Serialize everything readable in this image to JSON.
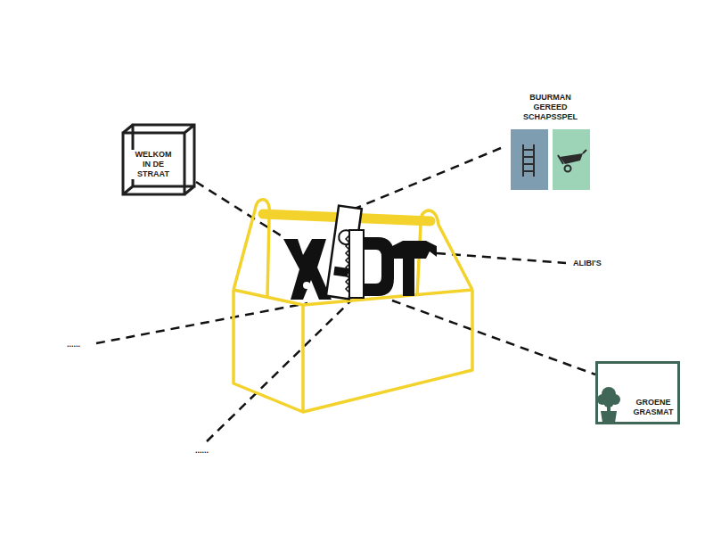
{
  "diagram": {
    "nodes": [
      {
        "text": [
          "WELKOM IN DE STRAAT"
        ]
      },
      {
        "text": [
          "BUURMAN GEREED SCHAPSSPEL"
        ]
      },
      {
        "text": [
          "GROENE GRASMAT"
        ]
      }
    ],
    "labels": [
      "ALIBI'S",
      "......",
      "......"
    ]
  }
}
